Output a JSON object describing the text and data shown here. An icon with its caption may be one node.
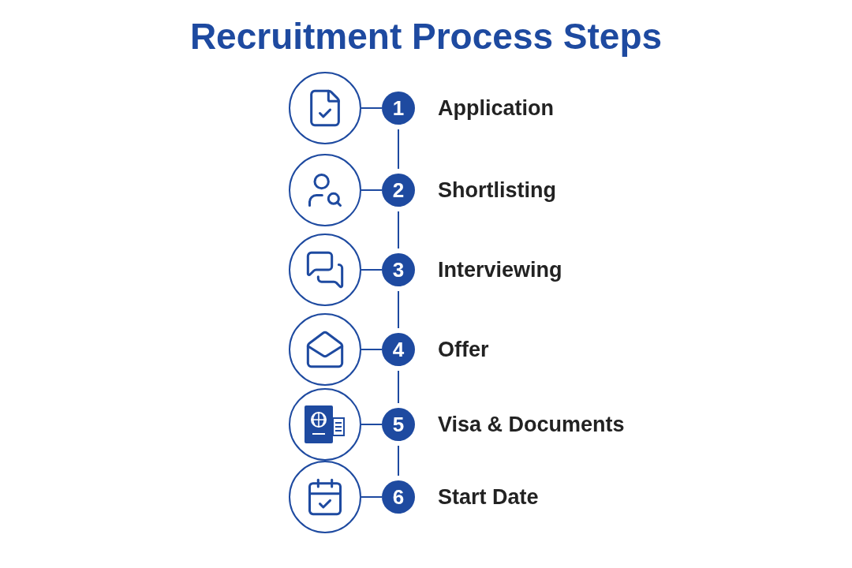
{
  "diagram": {
    "title": "Recruitment Process Steps",
    "nodes": [
      {
        "text": [],
        "shape": "circle"
      },
      {
        "text": [
          "1"
        ],
        "beside": [
          "Application"
        ]
      },
      {
        "text": [],
        "shape": "circle"
      },
      {
        "text": [
          "2"
        ],
        "beside": [
          "Shortlisting"
        ]
      },
      {
        "text": [],
        "shape": "circle"
      },
      {
        "text": [
          "3"
        ],
        "beside": [
          "Interviewing"
        ]
      },
      {
        "text": [],
        "shape": "circle"
      },
      {
        "text": [
          "4"
        ],
        "beside": [
          "Offer"
        ]
      },
      {
        "text": [],
        "shape": "circle"
      },
      {
        "text": [
          "5"
        ],
        "beside": [
          "Visa & Documents"
        ]
      },
      {
        "text": [],
        "shape": "circle"
      },
      {
        "text": [
          "6"
        ],
        "beside": [
          "Start Date"
        ]
      }
    ],
    "edges": [
      {
        "from": 0,
        "to": 1,
        "arrow": "none"
      },
      {
        "from": 1,
        "to": 3,
        "arrow": "none"
      },
      {
        "from": 2,
        "to": 3,
        "arrow": "none"
      },
      {
        "from": 3,
        "to": 5,
        "arrow": "none"
      },
      {
        "from": 4,
        "to": 5,
        "arrow": "none"
      },
      {
        "from": 5,
        "to": 7,
        "arrow": "none"
      },
      {
        "from": 6,
        "to": 7,
        "arrow": "none"
      },
      {
        "from": 7,
        "to": 9,
        "arrow": "none"
      },
      {
        "from": 8,
        "to": 9,
        "arrow": "none"
      },
      {
        "from": 9,
        "to": 11,
        "arrow": "none"
      },
      {
        "from": 10,
        "to": 11,
        "arrow": "none"
      }
    ]
  }
}
